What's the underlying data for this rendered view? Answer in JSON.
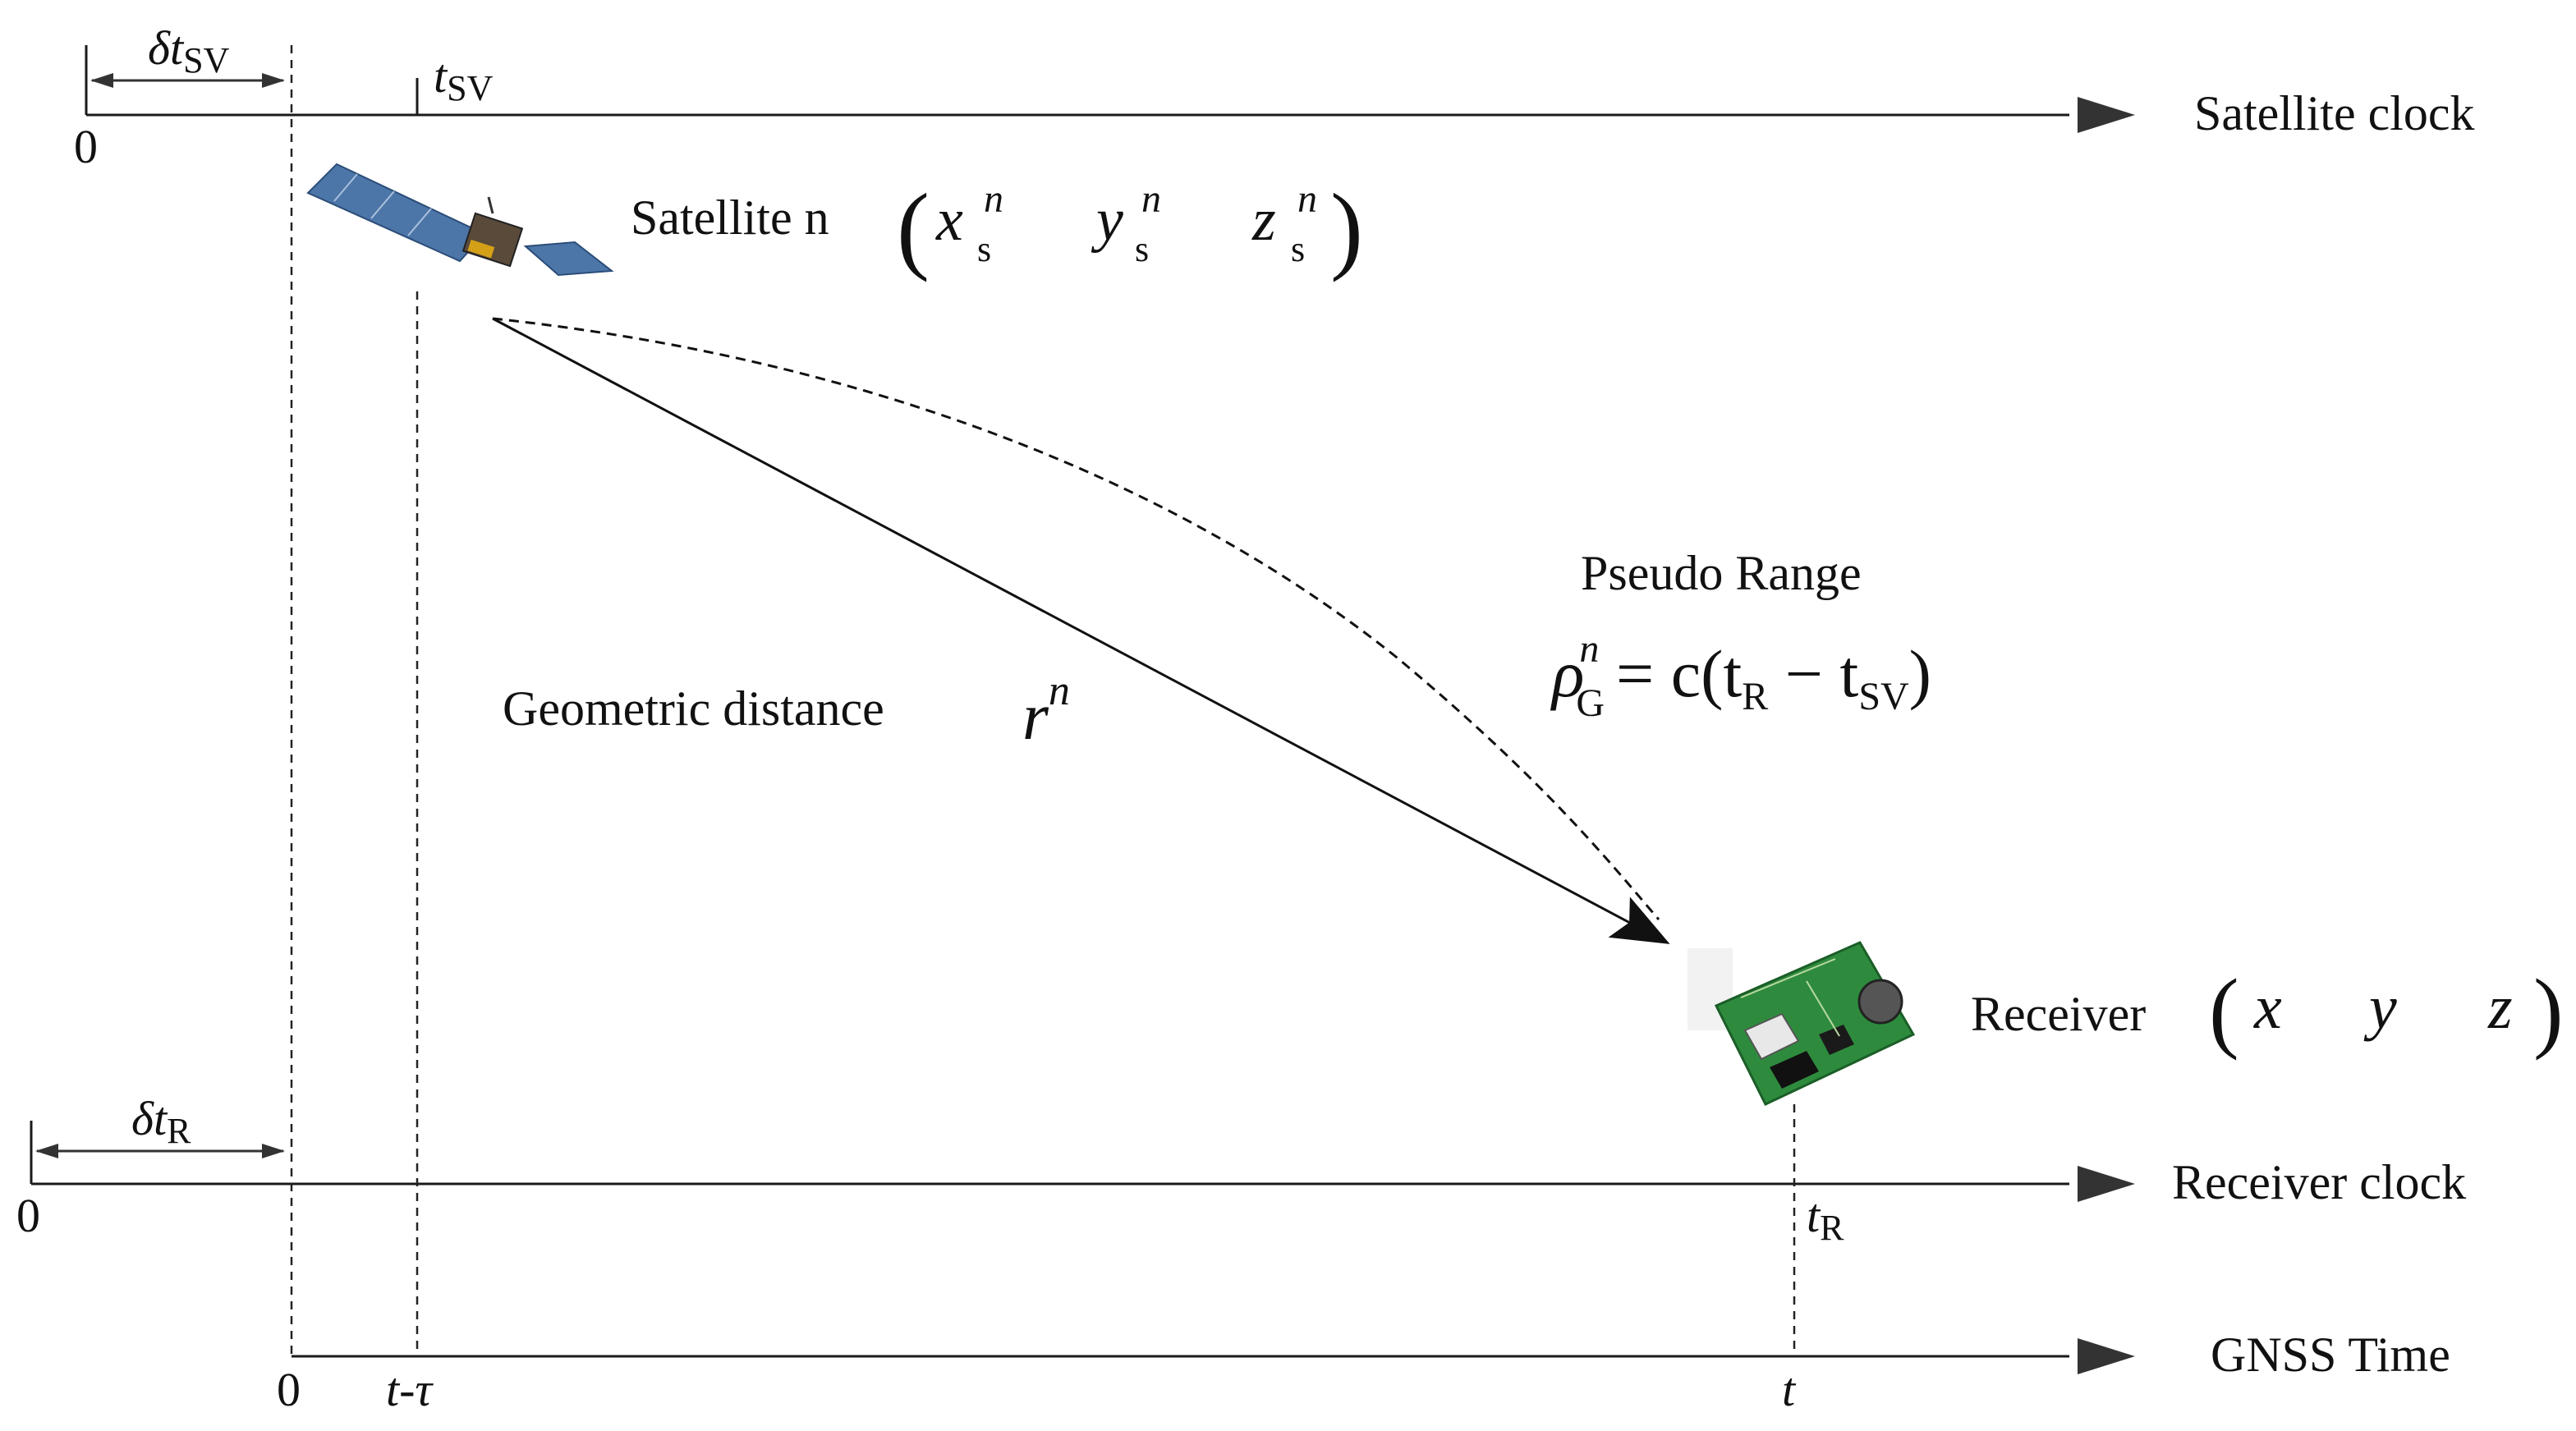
{
  "axes": {
    "satellite": {
      "label": "Satellite clock",
      "origin": "0"
    },
    "receiver": {
      "label": "Receiver clock",
      "origin": "0"
    },
    "gnss": {
      "label": "GNSS Time",
      "origin": "0",
      "tick_emission": "t-τ",
      "tick_reception": "t"
    }
  },
  "clock_offsets": {
    "satellite": {
      "delta": "δ",
      "var": "t",
      "sub": "SV"
    },
    "receiver": {
      "delta": "δ",
      "var": "t",
      "sub": "R"
    }
  },
  "time_marks": {
    "t_sv": {
      "var": "t",
      "sub": "SV"
    },
    "t_r": {
      "var": "t",
      "sub": "R"
    }
  },
  "satellite": {
    "label": "Satellite n",
    "coords": [
      {
        "var": "x",
        "sub": "s",
        "sup": "n"
      },
      {
        "var": "y",
        "sub": "s",
        "sup": "n"
      },
      {
        "var": "z",
        "sub": "s",
        "sup": "n"
      }
    ]
  },
  "receiver": {
    "label": "Receiver",
    "coords": [
      "x",
      "y",
      "z"
    ]
  },
  "geometric": {
    "label": "Geometric distance",
    "var": "r",
    "sup": "n"
  },
  "pseudo": {
    "label": "Pseudo Range",
    "rho": "ρ",
    "rho_sup": "n",
    "rho_sub": "G",
    "eq": "= c(t",
    "sub_r": "R",
    "minus": " − t",
    "sub_sv": "SV",
    "close": ")"
  },
  "colors": {
    "line": "#1a1a1a",
    "panel": "#4d76a8",
    "pcb": "#2e8b3e"
  }
}
